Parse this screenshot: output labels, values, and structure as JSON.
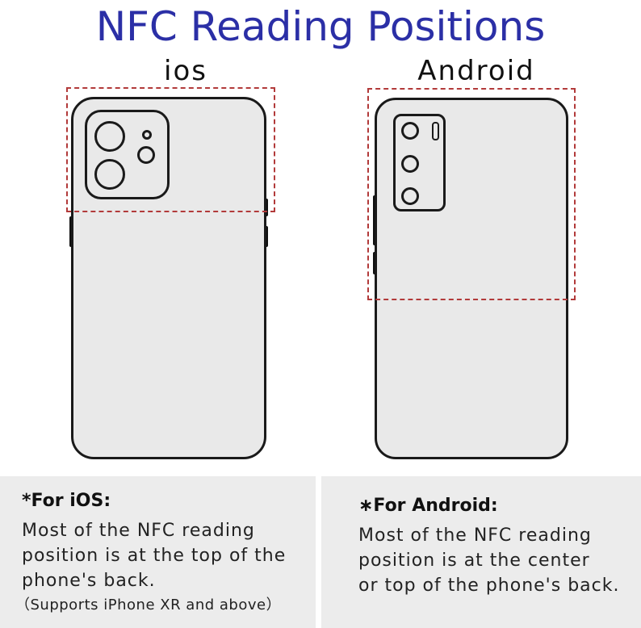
{
  "header": {
    "title": "NFC Reading Positions"
  },
  "phones": {
    "ios": {
      "label": "ios"
    },
    "android": {
      "label": "Android"
    }
  },
  "panels": {
    "ios": {
      "title": "*For iOS:",
      "lines": [
        "Most of the NFC reading",
        "position is at the top of the",
        "phone's back."
      ],
      "note": "（Supports iPhone XR and above）"
    },
    "android": {
      "title": "∗For Android:",
      "lines": [
        "Most of the NFC reading",
        "position is at the center",
        "or top of the phone's back."
      ]
    }
  },
  "colors": {
    "title": "#2b2fa6",
    "nfc_zone_border": "#b23a3a",
    "phone_fill": "#e9e9e9",
    "panel_background": "#ececec"
  }
}
